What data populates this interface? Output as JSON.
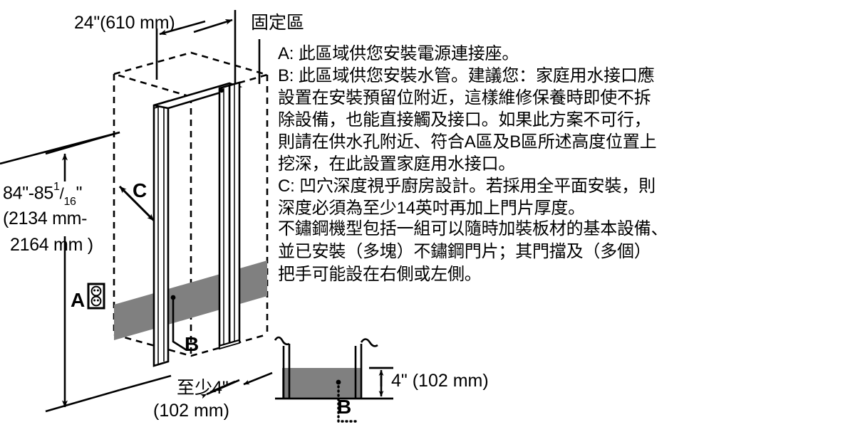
{
  "diagram": {
    "title_zone_label": "固定區",
    "dimensions": {
      "top_width": "24\"(610 mm)",
      "height_inches_prefix": "84\"-85",
      "height_fraction_num": "1",
      "height_fraction_slash": "/",
      "height_fraction_den": "16",
      "height_inches_suffix": "\"",
      "height_mm_line1": "(2134 mm-",
      "height_mm_line2": "2164 mm )",
      "bottom_depth_line1": "至少4\"",
      "bottom_depth_line2": "(102 mm)",
      "detail_height": "4\" (102 mm)"
    },
    "callouts": {
      "a": "A",
      "b": "B",
      "c": "C",
      "b_detail": "B"
    },
    "colors": {
      "line": "#000000",
      "shaded_band": "#808080",
      "background": "#ffffff"
    }
  },
  "notes": {
    "lines": [
      "A: 此區域供您安裝電源連接座。",
      "B: 此區域供您安裝水管。建議您：家庭用水接口應",
      "設置在安裝預留位附近，這樣維修保養時即使不拆",
      "除設備，也能直接觸及接口。如果此方案不可行，",
      "則請在供水孔附近、符合A區及B區所述高度位置上",
      "挖深，在此設置家庭用水接口。",
      "C: 凹穴深度視乎廚房設計。若採用全平面安裝，則",
      "深度必須為至少14英吋再加上門片厚度。"
    ]
  },
  "notes2": {
    "lines": [
      "不鏽鋼機型包括一組可以隨時加裝板材的基本設備、",
      "並已安裝（多塊）不鏽鋼門片；其門擋及（多個）",
      "把手可能設在右側或左側。"
    ]
  }
}
